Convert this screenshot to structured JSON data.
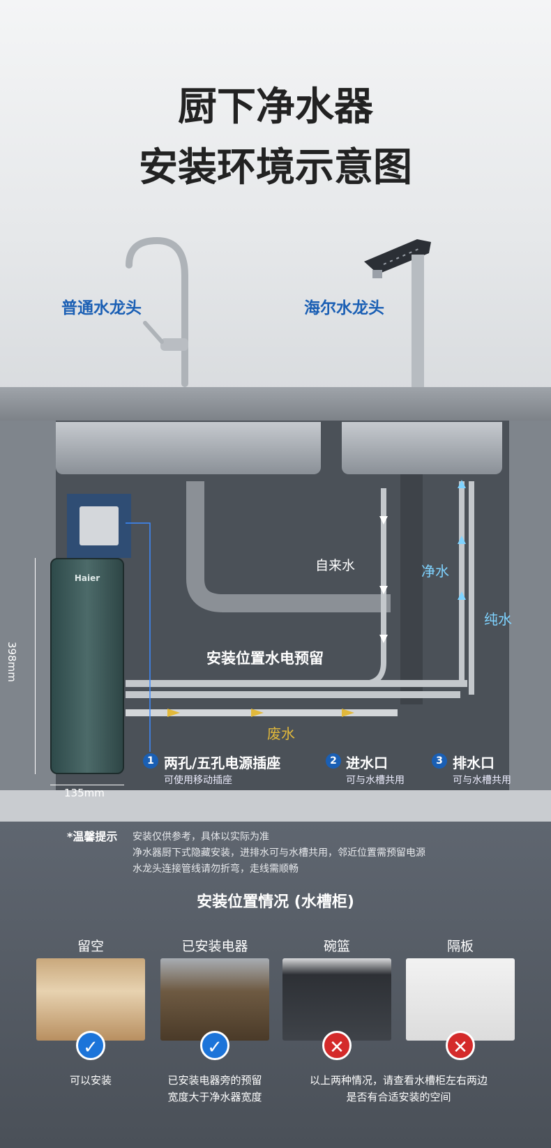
{
  "header": {
    "title_line1": "厨下净水器",
    "title_line2": "安装环境示意图"
  },
  "faucets": {
    "normal_label": "普通水龙头",
    "haier_label": "海尔水龙头"
  },
  "diagram": {
    "tap_water": "自来水",
    "pure_water_1": "净水",
    "pure_water_2": "纯水",
    "reserve_note": "安装位置水电预留",
    "waste_water": "废水",
    "height_dim": "398mm",
    "width_dim": "135mm",
    "brand": "Haier",
    "points": [
      {
        "num": "1",
        "title": "两孔/五孔电源插座",
        "sub": "可使用移动插座"
      },
      {
        "num": "2",
        "title": "进水口",
        "sub": "可与水槽共用"
      },
      {
        "num": "3",
        "title": "排水口",
        "sub": "可与水槽共用"
      }
    ]
  },
  "tips": {
    "heading": "*温馨提示",
    "lines": [
      "安装仅供参考，具体以实际为准",
      "净水器厨下式隐藏安装，进排水可与水槽共用，邻近位置需预留电源",
      "水龙头连接管线请勿折弯，走线需顺畅"
    ]
  },
  "install_section": {
    "title": "安装位置情况 (水槽柜)",
    "cards": [
      {
        "label": "留空",
        "status": "ok",
        "icon": "check-icon"
      },
      {
        "label": "已安装电器",
        "status": "ok",
        "icon": "check-icon"
      },
      {
        "label": "碗篮",
        "status": "no",
        "icon": "cross-icon"
      },
      {
        "label": "隔板",
        "status": "no",
        "icon": "cross-icon"
      }
    ],
    "notes": {
      "empty": "可以安装",
      "appliance_1": "已安装电器旁的预留",
      "appliance_2": "宽度大于净水器宽度",
      "other_1": "以上两种情况，请查看水槽柜左右两边",
      "other_2": "是否有合适安装的空间"
    }
  },
  "colors": {
    "accent_blue": "#1a5fb4",
    "ok": "#1c74d9",
    "no": "#d42a2a",
    "waste": "#e2b93b",
    "pure": "#7fd3ff"
  }
}
